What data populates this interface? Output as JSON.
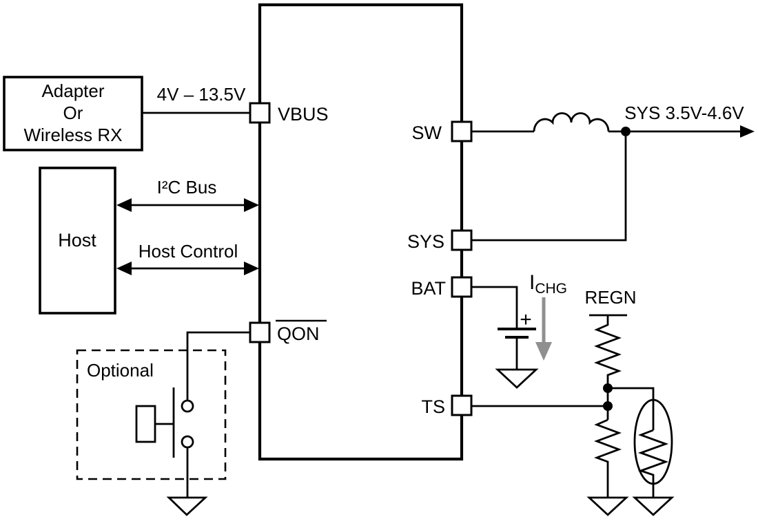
{
  "diagram": {
    "title_hint": "Battery charger IC typical application diagram",
    "colors": {
      "background": "#ffffff",
      "line": "#010101",
      "gray_arrow": "#8f8f8f"
    },
    "blocks": {
      "adapter": {
        "line1": "Adapter",
        "line2": "Or",
        "line3": "Wireless RX"
      },
      "host": {
        "label": "Host"
      },
      "optional": {
        "label": "Optional"
      }
    },
    "pins": {
      "vbus": "VBUS",
      "qon": "QON",
      "sw": "SW",
      "sys": "SYS",
      "bat": "BAT",
      "ts": "TS"
    },
    "nets": {
      "vbus_range": "4V – 13.5V",
      "i2c_bus": "I²C Bus",
      "host_control": "Host Control",
      "sys_output": "SYS 3.5V-4.6V",
      "regn": "REGN",
      "ichg_main": "I",
      "ichg_sub": "CHG",
      "battery_plus": "+"
    }
  }
}
